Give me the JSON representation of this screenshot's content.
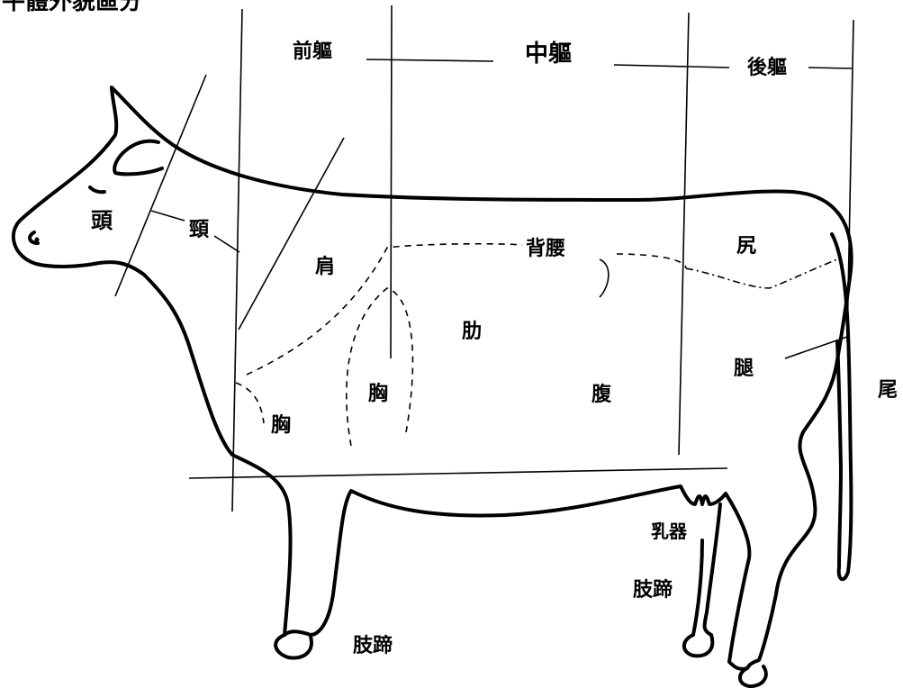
{
  "heading": "牛體外貌區分",
  "sections": {
    "front": "前軀",
    "middle": "中軀",
    "rear": "後軀"
  },
  "parts": {
    "head": "頭",
    "neck": "頸",
    "shoulder": "肩",
    "chest_front": "胸",
    "chest": "胸",
    "back_loin": "背腰",
    "ribs": "肋",
    "belly": "腹",
    "rump": "尻",
    "thigh": "腿",
    "tail": "尾",
    "udder": "乳器",
    "legs_front": "肢蹄",
    "legs_rear": "肢蹄"
  }
}
